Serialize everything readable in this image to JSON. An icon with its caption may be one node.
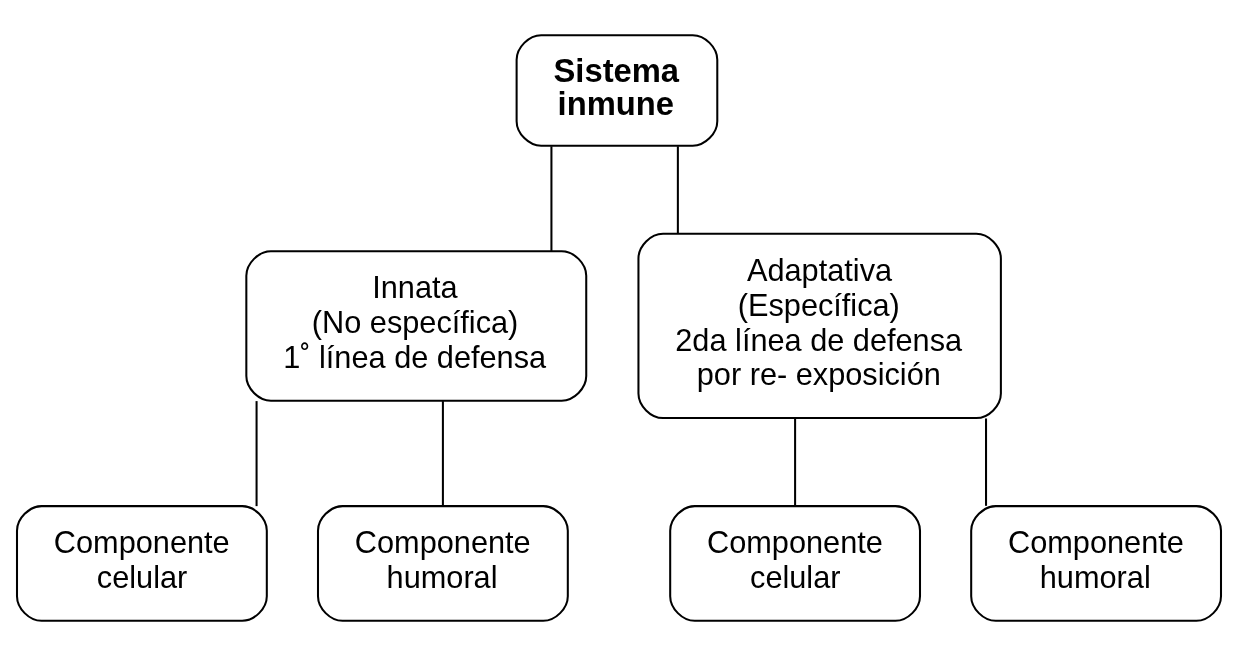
{
  "diagram": {
    "nodes": [
      {
        "text": [
          "Sistema inmune"
        ]
      },
      {
        "text": [
          "Innata",
          "(No específica)",
          "1˚ línea de defensa"
        ]
      },
      {
        "text": [
          "Adaptativa",
          "(Específica)",
          "2da línea de defensa",
          "por re- exposición"
        ]
      },
      {
        "text": [
          "Componente celular"
        ]
      },
      {
        "text": [
          "Componente humoral"
        ]
      },
      {
        "text": [
          "Componente celular"
        ]
      },
      {
        "text": [
          "Componente humoral"
        ]
      }
    ],
    "edges": [
      {
        "from": 0,
        "to": 1,
        "arrow": "none"
      },
      {
        "from": 0,
        "to": 2,
        "arrow": "none"
      },
      {
        "from": 1,
        "to": 3,
        "arrow": "none"
      },
      {
        "from": 1,
        "to": 4,
        "arrow": "none"
      },
      {
        "from": 2,
        "to": 5,
        "arrow": "none"
      },
      {
        "from": 2,
        "to": 6,
        "arrow": "none"
      }
    ]
  }
}
